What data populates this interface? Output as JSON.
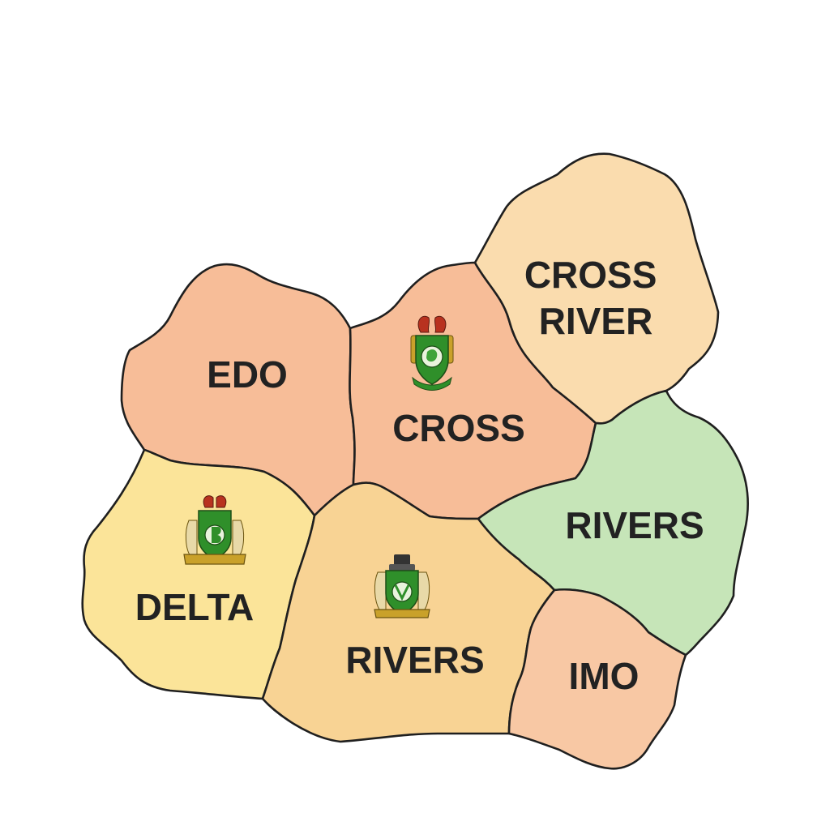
{
  "map": {
    "regions": [
      {
        "id": "edo",
        "lines": [
          "EDO"
        ],
        "color": "#f7bd98",
        "has_emblem": false
      },
      {
        "id": "cross",
        "lines": [
          "CROSS"
        ],
        "color": "#f7bd98",
        "has_emblem": true
      },
      {
        "id": "cross-river",
        "lines": [
          "CROSS",
          "RIVER"
        ],
        "color": "#fadcae",
        "has_emblem": false
      },
      {
        "id": "delta",
        "lines": [
          "DELTA"
        ],
        "color": "#fbe499",
        "has_emblem": true
      },
      {
        "id": "rivers-center",
        "lines": [
          "RIVERS"
        ],
        "color": "#f8d394",
        "has_emblem": true
      },
      {
        "id": "rivers-east",
        "lines": [
          "RIVERS"
        ],
        "color": "#c6e5b8",
        "has_emblem": false
      },
      {
        "id": "imo",
        "lines": [
          "IMO"
        ],
        "color": "#f8c8a4",
        "has_emblem": false
      }
    ],
    "colors": {
      "outline": "#1f1f1f",
      "label": "#222222",
      "emblem_green": "#2f8f2a",
      "emblem_gold": "#c9a12a",
      "emblem_red": "#b8321f"
    }
  }
}
